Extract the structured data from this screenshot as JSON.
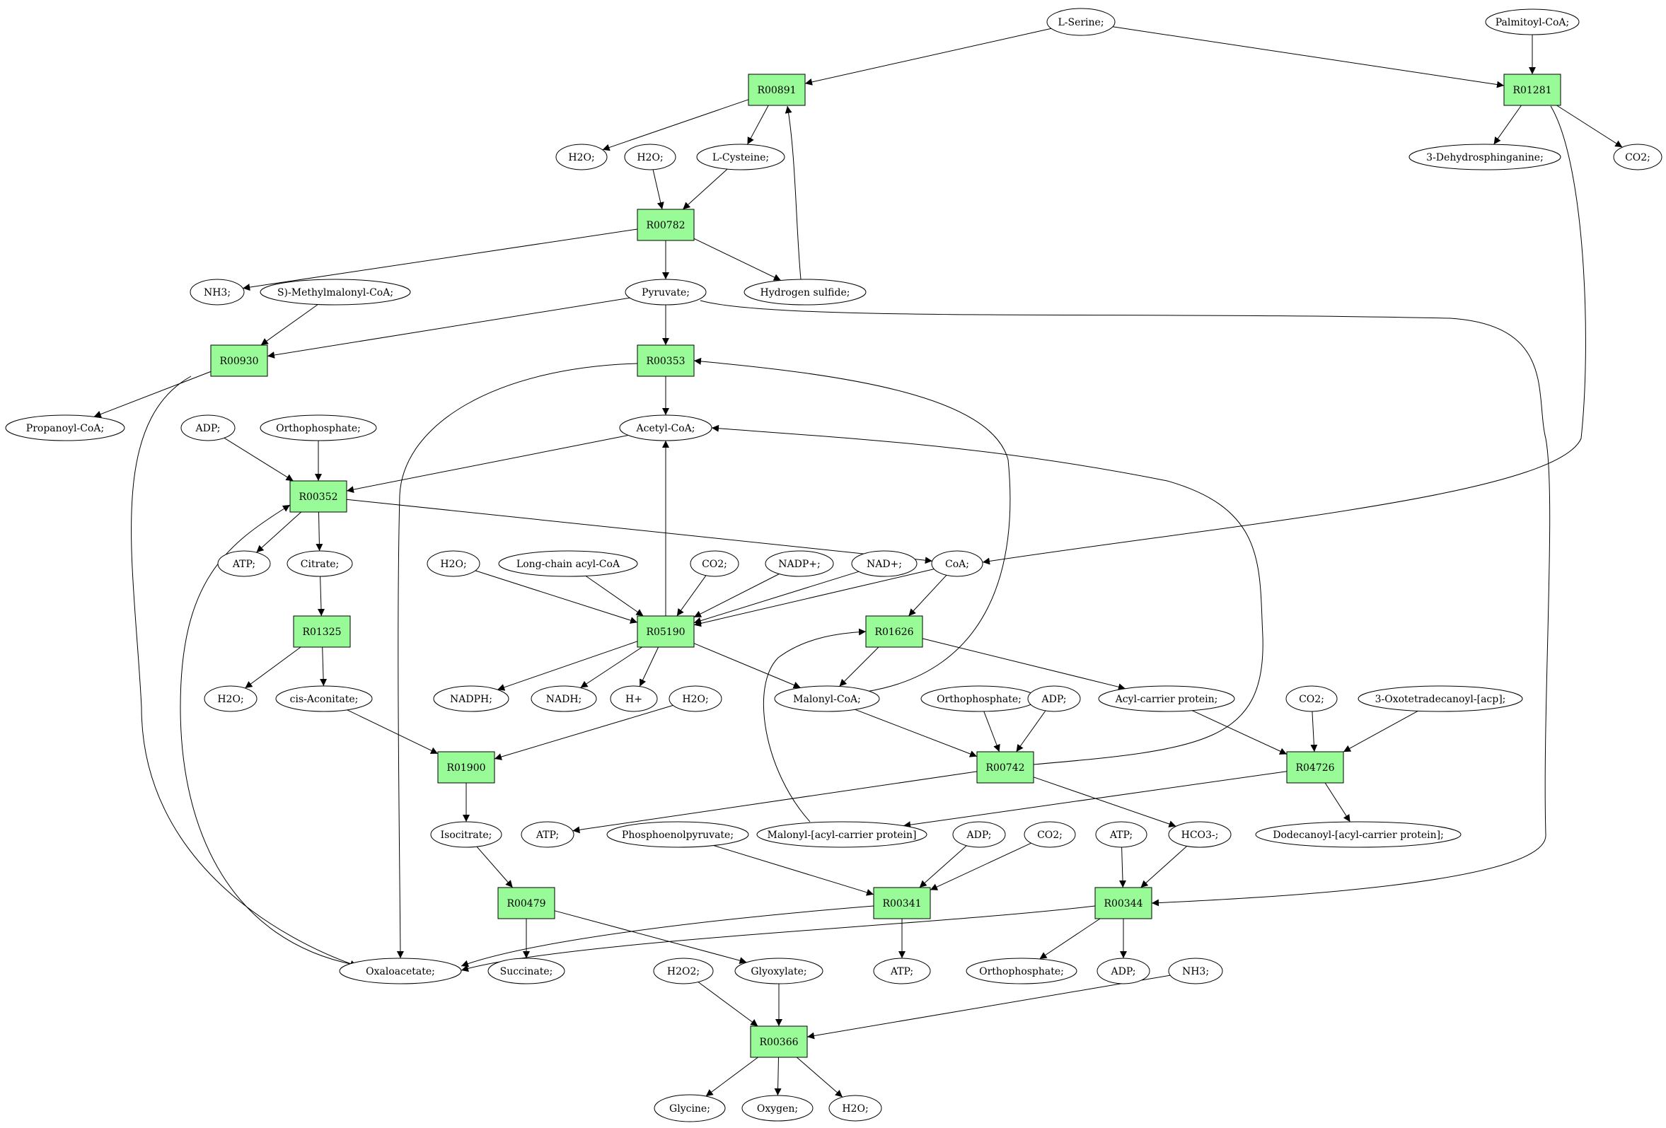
{
  "colors": {
    "reaction_fill": "#98fb98",
    "start_fill": "#00ff00",
    "target_fill": "#ffff00",
    "default_fill": "#ffffff",
    "stroke": "#000000"
  },
  "nodes": [
    {
      "id": "lserine",
      "label": "L-Serine;",
      "shape": "ellipse",
      "role": "start"
    },
    {
      "id": "palmcoa",
      "label": "Palmitoyl-CoA;",
      "shape": "ellipse"
    },
    {
      "id": "r00891",
      "label": "R00891",
      "shape": "box"
    },
    {
      "id": "r01281",
      "label": "R01281",
      "shape": "box"
    },
    {
      "id": "h2o_a",
      "label": "H2O;",
      "shape": "ellipse"
    },
    {
      "id": "h2o_b",
      "label": "H2O;",
      "shape": "ellipse"
    },
    {
      "id": "lcys",
      "label": "L-Cysteine;",
      "shape": "ellipse"
    },
    {
      "id": "dhsph",
      "label": "3-Dehydrosphinganine;",
      "shape": "ellipse"
    },
    {
      "id": "co2_a",
      "label": "CO2;",
      "shape": "ellipse"
    },
    {
      "id": "r00782",
      "label": "R00782",
      "shape": "box"
    },
    {
      "id": "nh3_a",
      "label": "NH3;",
      "shape": "ellipse"
    },
    {
      "id": "smmcoa",
      "label": "S)-Methylmalonyl-CoA;",
      "shape": "ellipse"
    },
    {
      "id": "pyr",
      "label": "Pyruvate;",
      "shape": "ellipse"
    },
    {
      "id": "h2s",
      "label": "Hydrogen sulfide;",
      "shape": "ellipse"
    },
    {
      "id": "r00930",
      "label": "R00930",
      "shape": "box"
    },
    {
      "id": "r00353",
      "label": "R00353",
      "shape": "box"
    },
    {
      "id": "propcoa",
      "label": "Propanoyl-CoA;",
      "shape": "ellipse"
    },
    {
      "id": "adp_a",
      "label": "ADP;",
      "shape": "ellipse"
    },
    {
      "id": "pi_a",
      "label": "Orthophosphate;",
      "shape": "ellipse"
    },
    {
      "id": "accoa",
      "label": "Acetyl-CoA;",
      "shape": "ellipse"
    },
    {
      "id": "r00352",
      "label": "R00352",
      "shape": "box"
    },
    {
      "id": "atp_a",
      "label": "ATP;",
      "shape": "ellipse"
    },
    {
      "id": "cit",
      "label": "Citrate;",
      "shape": "ellipse"
    },
    {
      "id": "h2o_c",
      "label": "H2O;",
      "shape": "ellipse"
    },
    {
      "id": "lcacoa",
      "label": "Long-chain acyl-CoA",
      "shape": "ellipse"
    },
    {
      "id": "co2_b",
      "label": "CO2;",
      "shape": "ellipse"
    },
    {
      "id": "nadp",
      "label": "NADP+;",
      "shape": "ellipse"
    },
    {
      "id": "nad",
      "label": "NAD+;",
      "shape": "ellipse"
    },
    {
      "id": "coa",
      "label": "CoA;",
      "shape": "ellipse"
    },
    {
      "id": "r01325",
      "label": "R01325",
      "shape": "box"
    },
    {
      "id": "r05190",
      "label": "R05190",
      "shape": "box"
    },
    {
      "id": "r01626",
      "label": "R01626",
      "shape": "box"
    },
    {
      "id": "h2o_d",
      "label": "H2O;",
      "shape": "ellipse"
    },
    {
      "id": "cisacon",
      "label": "cis-Aconitate;",
      "shape": "ellipse"
    },
    {
      "id": "nadph",
      "label": "NADPH;",
      "shape": "ellipse"
    },
    {
      "id": "nadh",
      "label": "NADH;",
      "shape": "ellipse"
    },
    {
      "id": "hplus",
      "label": "H+",
      "shape": "ellipse"
    },
    {
      "id": "h2o_e",
      "label": "H2O;",
      "shape": "ellipse"
    },
    {
      "id": "malcoa",
      "label": "Malonyl-CoA;",
      "shape": "ellipse"
    },
    {
      "id": "pi_b",
      "label": "Orthophosphate;",
      "shape": "ellipse"
    },
    {
      "id": "adp_b",
      "label": "ADP;",
      "shape": "ellipse"
    },
    {
      "id": "acp",
      "label": "Acyl-carrier protein;",
      "shape": "ellipse"
    },
    {
      "id": "co2_c",
      "label": "CO2;",
      "shape": "ellipse"
    },
    {
      "id": "oxotd",
      "label": "3-Oxotetradecanoyl-[acp];",
      "shape": "ellipse"
    },
    {
      "id": "r01900",
      "label": "R01900",
      "shape": "box"
    },
    {
      "id": "r00742",
      "label": "R00742",
      "shape": "box"
    },
    {
      "id": "r04726",
      "label": "R04726",
      "shape": "box"
    },
    {
      "id": "isocit",
      "label": "Isocitrate;",
      "shape": "ellipse"
    },
    {
      "id": "atp_b",
      "label": "ATP;",
      "shape": "ellipse"
    },
    {
      "id": "pep",
      "label": "Phosphoenolpyruvate;",
      "shape": "ellipse"
    },
    {
      "id": "malacp",
      "label": "Malonyl-[acyl-carrier protein]",
      "shape": "ellipse"
    },
    {
      "id": "adp_c",
      "label": "ADP;",
      "shape": "ellipse"
    },
    {
      "id": "co2_d",
      "label": "CO2;",
      "shape": "ellipse"
    },
    {
      "id": "atp_c",
      "label": "ATP;",
      "shape": "ellipse"
    },
    {
      "id": "hco3",
      "label": "HCO3-;",
      "shape": "ellipse"
    },
    {
      "id": "dodacp",
      "label": "Dodecanoyl-[acyl-carrier protein];",
      "shape": "ellipse"
    },
    {
      "id": "r00479",
      "label": "R00479",
      "shape": "box"
    },
    {
      "id": "r00341",
      "label": "R00341",
      "shape": "box"
    },
    {
      "id": "r00344",
      "label": "R00344",
      "shape": "box"
    },
    {
      "id": "oaa",
      "label": "Oxaloacetate;",
      "shape": "ellipse"
    },
    {
      "id": "succ",
      "label": "Succinate;",
      "shape": "ellipse"
    },
    {
      "id": "h2o2",
      "label": "H2O2;",
      "shape": "ellipse"
    },
    {
      "id": "glyox",
      "label": "Glyoxylate;",
      "shape": "ellipse"
    },
    {
      "id": "atp_d",
      "label": "ATP;",
      "shape": "ellipse"
    },
    {
      "id": "pi_c",
      "label": "Orthophosphate;",
      "shape": "ellipse"
    },
    {
      "id": "adp_d",
      "label": "ADP;",
      "shape": "ellipse"
    },
    {
      "id": "nh3_b",
      "label": "NH3;",
      "shape": "ellipse"
    },
    {
      "id": "r00366",
      "label": "R00366",
      "shape": "box"
    },
    {
      "id": "gly",
      "label": "Glycine;",
      "shape": "ellipse",
      "role": "target"
    },
    {
      "id": "oxy",
      "label": "Oxygen;",
      "shape": "ellipse"
    },
    {
      "id": "h2o_f",
      "label": "H2O;",
      "shape": "ellipse"
    }
  ],
  "edges": [
    [
      "lserine",
      "r00891"
    ],
    [
      "lserine",
      "r01281"
    ],
    [
      "palmcoa",
      "r01281"
    ],
    [
      "r00891",
      "h2o_a"
    ],
    [
      "r00891",
      "lcys"
    ],
    [
      "r01281",
      "dhsph"
    ],
    [
      "r01281",
      "co2_a"
    ],
    [
      "r01281",
      "coa"
    ],
    [
      "h2o_b",
      "r00782"
    ],
    [
      "lcys",
      "r00782"
    ],
    [
      "r00782",
      "nh3_a"
    ],
    [
      "r00782",
      "pyr"
    ],
    [
      "r00782",
      "h2s"
    ],
    [
      "h2s",
      "r00891"
    ],
    [
      "smmcoa",
      "r00930"
    ],
    [
      "pyr",
      "r00930"
    ],
    [
      "pyr",
      "r00353"
    ],
    [
      "pyr",
      "r00344"
    ],
    [
      "r00930",
      "propcoa"
    ],
    [
      "r00930",
      "oaa"
    ],
    [
      "r00353",
      "accoa"
    ],
    [
      "r00353",
      "oaa"
    ],
    [
      "adp_a",
      "r00352"
    ],
    [
      "pi_a",
      "r00352"
    ],
    [
      "accoa",
      "r00352"
    ],
    [
      "r00352",
      "atp_a"
    ],
    [
      "r00352",
      "cit"
    ],
    [
      "r00352",
      "coa"
    ],
    [
      "oaa",
      "r00352"
    ],
    [
      "cit",
      "r01325"
    ],
    [
      "h2o_c",
      "r05190"
    ],
    [
      "lcacoa",
      "r05190"
    ],
    [
      "co2_b",
      "r05190"
    ],
    [
      "nadp",
      "r05190"
    ],
    [
      "nad",
      "r05190"
    ],
    [
      "coa",
      "r05190"
    ],
    [
      "r05190",
      "accoa"
    ],
    [
      "r05190",
      "nadph"
    ],
    [
      "r05190",
      "nadh"
    ],
    [
      "r05190",
      "hplus"
    ],
    [
      "r05190",
      "malcoa"
    ],
    [
      "coa",
      "r01626"
    ],
    [
      "malacp",
      "r01626"
    ],
    [
      "r01626",
      "malcoa"
    ],
    [
      "r01626",
      "acp"
    ],
    [
      "malcoa",
      "r00353"
    ],
    [
      "r01325",
      "h2o_d"
    ],
    [
      "r01325",
      "cisacon"
    ],
    [
      "cisacon",
      "r01900"
    ],
    [
      "h2o_e",
      "r01900"
    ],
    [
      "malcoa",
      "r00742"
    ],
    [
      "pi_b",
      "r00742"
    ],
    [
      "adp_b",
      "r00742"
    ],
    [
      "r00742",
      "accoa"
    ],
    [
      "r00742",
      "atp_b"
    ],
    [
      "r00742",
      "hco3"
    ],
    [
      "acp",
      "r04726"
    ],
    [
      "co2_c",
      "r04726"
    ],
    [
      "oxotd",
      "r04726"
    ],
    [
      "r04726",
      "malacp"
    ],
    [
      "r04726",
      "dodacp"
    ],
    [
      "r01900",
      "isocit"
    ],
    [
      "isocit",
      "r00479"
    ],
    [
      "r00479",
      "succ"
    ],
    [
      "r00479",
      "glyox"
    ],
    [
      "pep",
      "r00341"
    ],
    [
      "adp_c",
      "r00341"
    ],
    [
      "co2_d",
      "r00341"
    ],
    [
      "r00341",
      "atp_d"
    ],
    [
      "r00341",
      "oaa"
    ],
    [
      "atp_c",
      "r00344"
    ],
    [
      "hco3",
      "r00344"
    ],
    [
      "r00344",
      "oaa"
    ],
    [
      "r00344",
      "pi_c"
    ],
    [
      "r00344",
      "adp_d"
    ],
    [
      "h2o2",
      "r00366"
    ],
    [
      "glyox",
      "r00366"
    ],
    [
      "nh3_b",
      "r00366"
    ],
    [
      "r00366",
      "gly"
    ],
    [
      "r00366",
      "oxy"
    ],
    [
      "r00366",
      "h2o_f"
    ]
  ]
}
